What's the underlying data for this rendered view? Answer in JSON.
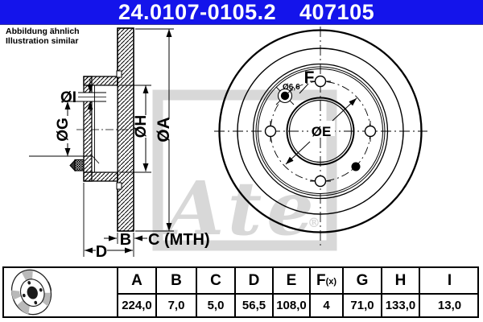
{
  "header": {
    "part_number": "24.0107-0105.2",
    "alt_number": "407105",
    "accent_color": "#1414EB"
  },
  "note": {
    "line1": "Abbildung ähnlich",
    "line2": "Illustration similar"
  },
  "watermark": {
    "script": "Ate",
    "registered": "®",
    "color": "#D8D8D8"
  },
  "drawing": {
    "section_labels": {
      "outer_dia": "ØA",
      "hat_dia": "ØH",
      "bore_dia": "ØG",
      "hole_dia": "ØI",
      "thickness": "B",
      "min_thickness": "C (MTH)",
      "height": "D"
    },
    "front_labels": {
      "bolt_circle_dia": "ØE",
      "hole_count_ref": "F",
      "set_screw_hole": "Ø6,6"
    }
  },
  "table": {
    "columns": [
      {
        "label": "A",
        "sub": "",
        "value": "224,0"
      },
      {
        "label": "B",
        "sub": "",
        "value": "7,0"
      },
      {
        "label": "C",
        "sub": "",
        "value": "5,0"
      },
      {
        "label": "D",
        "sub": "",
        "value": "56,5"
      },
      {
        "label": "E",
        "sub": "",
        "value": "108,0"
      },
      {
        "label": "F",
        "sub": "(x)",
        "value": "4"
      },
      {
        "label": "G",
        "sub": "",
        "value": "71,0"
      },
      {
        "label": "H",
        "sub": "",
        "value": "133,0"
      },
      {
        "label": "I",
        "sub": "",
        "value": "13,0"
      }
    ]
  }
}
